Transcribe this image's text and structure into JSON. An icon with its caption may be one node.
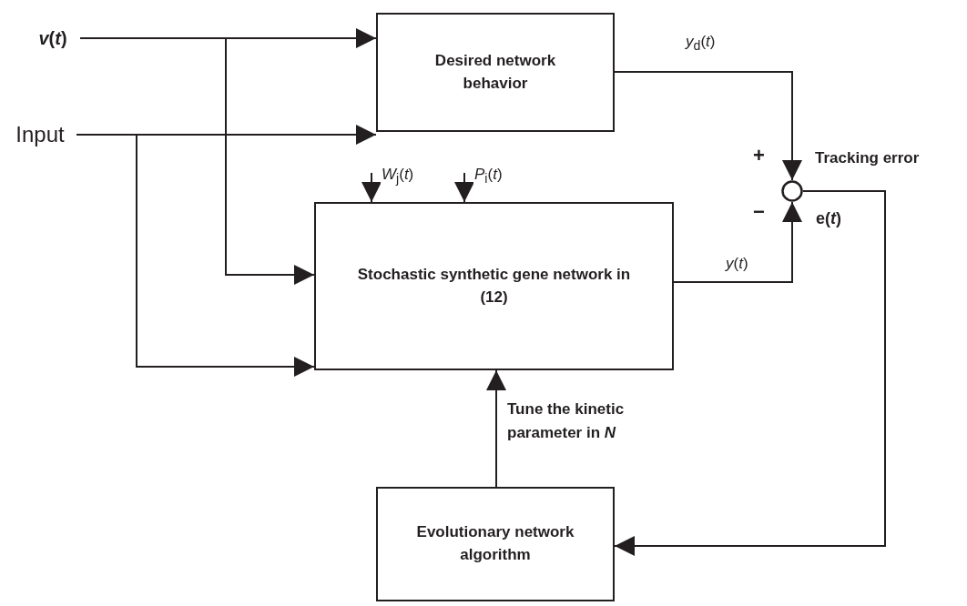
{
  "diagram": {
    "nodes": [
      {
        "text": [
          "*v*(*t*)"
        ]
      },
      {
        "text": [
          "Input"
        ]
      },
      {
        "text": [
          "Desired network behavior"
        ]
      },
      {
        "text": [
          "Stochastic synthetic gene network in (12)"
        ]
      },
      {
        "text": [
          "Evolutionary network algorithm"
        ]
      },
      {
        "text": [],
        "shape": "circle",
        "beside": [
          "Tracking error",
          "e(*t*)"
        ]
      }
    ],
    "edges": [
      {
        "from": 0,
        "to": 2,
        "arrow": "to"
      },
      {
        "from": 0,
        "to": 3,
        "arrow": "to"
      },
      {
        "from": 1,
        "to": 2,
        "arrow": "to"
      },
      {
        "from": 1,
        "to": 3,
        "arrow": "to"
      },
      {
        "from": 2,
        "to": 5,
        "arrow": "to",
        "label": "*y*$_{d}$(*t*)"
      },
      {
        "from": 3,
        "to": 5,
        "arrow": "to",
        "label": "*y*(*t*)"
      },
      {
        "from": null,
        "to": 3,
        "arrow": "to",
        "label": "*W*$_{j}$(*t*)"
      },
      {
        "from": null,
        "to": 3,
        "arrow": "to",
        "label": "*P*$_{i}$(*t*)"
      },
      {
        "from": 5,
        "to": 4,
        "arrow": "to"
      },
      {
        "from": 4,
        "to": 3,
        "arrow": "to",
        "label": "Tune the kinetic parameter in *N*"
      }
    ],
    "labels": [
      "+",
      "−"
    ]
  }
}
